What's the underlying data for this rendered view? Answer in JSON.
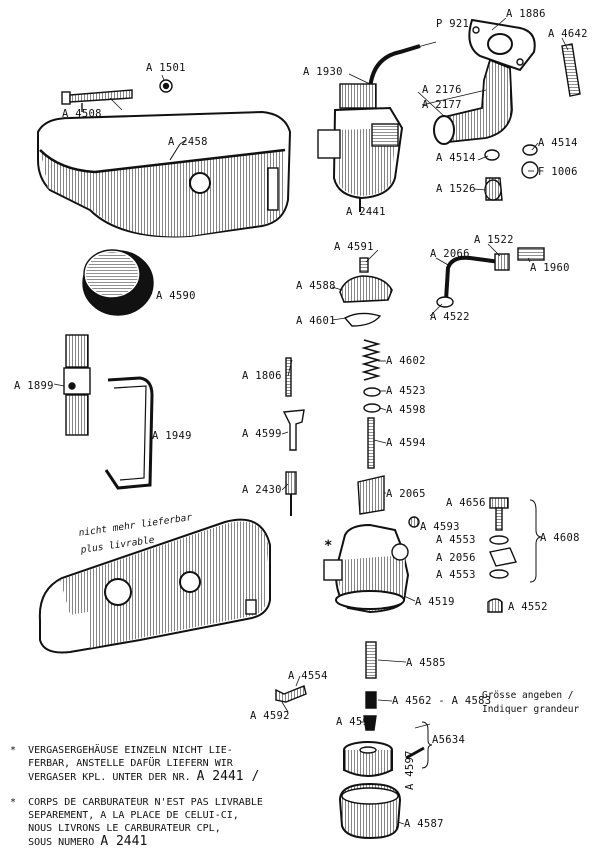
{
  "labels": {
    "p921": "P 921",
    "a1886": "A 1886",
    "a4642": "A 4642",
    "a1501": "A 1501",
    "a1930": "A 1930",
    "a2176": "A 2176",
    "a2177": "A 2177",
    "a4508": "A 4508",
    "a4514a": "A 4514",
    "a4514b": "A 4514",
    "a2458": "A 2458",
    "f1006": "F 1006",
    "a1526": "A 1526",
    "a2441": "A 2441",
    "a4591": "A 4591",
    "a1522": "A 1522",
    "a2066": "A 2066",
    "a1960": "A 1960",
    "a4588": "A 4588",
    "a4590": "A 4590",
    "a4522": "A 4522",
    "a4601": "A 4601",
    "a4602": "A 4602",
    "a1806": "A 1806",
    "a4523": "A 4523",
    "a1899": "A 1899",
    "a4598": "A 4598",
    "a4599": "A 4599",
    "a1949": "A 1949",
    "a4594": "A 4594",
    "a2430": "A 2430",
    "a2065": "A 2065",
    "a4656": "A 4656",
    "a4593": "A 4593",
    "a4553a": "A 4553",
    "a4608": "A 4608",
    "a2056": "A 2056",
    "a4553b": "A 4553",
    "a4519": "A 4519",
    "a4552": "A 4552",
    "a4585": "A 4585",
    "a4554": "A 4554",
    "a4562": "A 4562 - A 4583",
    "a4592": "A 4592",
    "a4595": "A 4595",
    "a5634": "A5634",
    "a4597": "A 4597",
    "a4587": "A 4587"
  },
  "notes": {
    "not_available_de": "nicht mehr lieferbar",
    "not_available_fr": "plus livrable",
    "size_de": "Grösse angeben  /",
    "size_fr": "Indiquer grandeur"
  },
  "footnotes": {
    "de_line1": "VERGASERGEHÄUSE EINZELN NICHT LIE-",
    "de_line2": "FERBAR, ANSTELLE DAFÜR LIEFERN WIR",
    "de_line3": "VERGASER KPL. UNTER DER NR.",
    "de_number": "A 2441 /",
    "fr_line1": "CORPS DE CARBURATEUR N'EST PAS LIVRABLE",
    "fr_line2": "SEPAREMENT, A LA PLACE DE CELUI-CI,",
    "fr_line3": "NOUS LIVRONS LE CARBURATEUR CPL,",
    "fr_line4": "SOUS NUMERO",
    "fr_number": "A 2441",
    "marker": "*"
  }
}
